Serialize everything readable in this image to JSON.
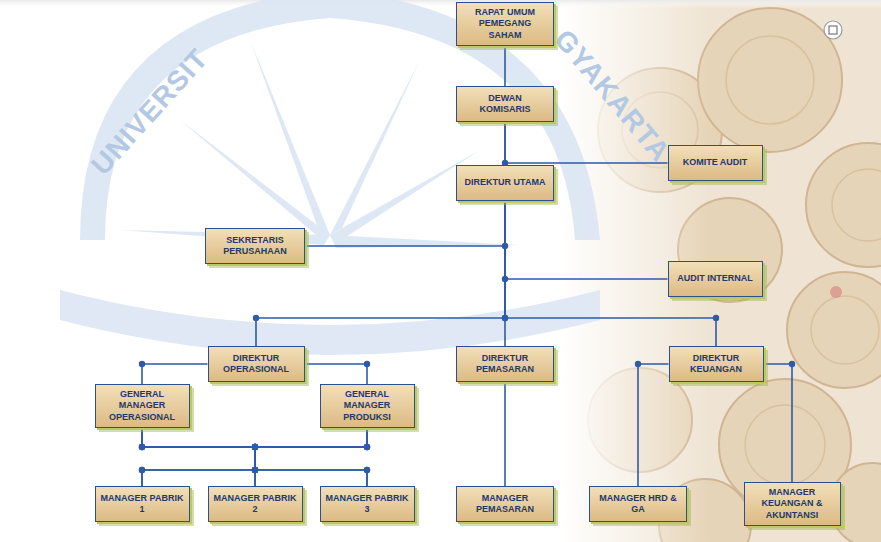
{
  "diagram": {
    "nodes": [
      {
        "text": [
          "RAPAT UMUM PEMEGANG SAHAM"
        ]
      },
      {
        "text": [
          "DEWAN KOMISARIS"
        ]
      },
      {
        "text": [
          "KOMITE AUDIT"
        ]
      },
      {
        "text": [
          "DIREKTUR UTAMA"
        ]
      },
      {
        "text": [
          "SEKRETARIS PERUSAHAAN"
        ]
      },
      {
        "text": [
          "AUDIT INTERNAL"
        ]
      },
      {
        "text": [
          "DIREKTUR OPERASIONAL"
        ]
      },
      {
        "text": [
          "DIREKTUR PEMASARAN"
        ]
      },
      {
        "text": [
          "DIREKTUR KEUANGAN"
        ]
      },
      {
        "text": [
          "GENERAL MANAGER OPERASIONAL"
        ]
      },
      {
        "text": [
          "GENERAL MANAGER PRODUKSI"
        ]
      },
      {
        "text": [
          "MANAGER PABRIK 1"
        ]
      },
      {
        "text": [
          "MANAGER PABRIK 2"
        ]
      },
      {
        "text": [
          "MANAGER PABRIK 3"
        ]
      },
      {
        "text": [
          "MANAGER PEMASARAN"
        ]
      },
      {
        "text": [
          "MANAGER HRD & GA"
        ]
      },
      {
        "text": [
          "MANAGER KEUANGAN & AKUNTANSI"
        ]
      }
    ],
    "edges": [
      {
        "from": 0,
        "to": 1,
        "arrow": "none"
      },
      {
        "from": 1,
        "to": 3,
        "arrow": "none"
      },
      {
        "from": 1,
        "to": 2,
        "arrow": "none"
      },
      {
        "from": 3,
        "to": 4,
        "arrow": "none"
      },
      {
        "from": 3,
        "to": 5,
        "arrow": "none"
      },
      {
        "from": 3,
        "to": 6,
        "arrow": "none"
      },
      {
        "from": 3,
        "to": 7,
        "arrow": "none"
      },
      {
        "from": 3,
        "to": 8,
        "arrow": "none"
      },
      {
        "from": 6,
        "to": 9,
        "arrow": "none"
      },
      {
        "from": 6,
        "to": 10,
        "arrow": "none"
      },
      {
        "from": 9,
        "to": 11,
        "arrow": "none"
      },
      {
        "from": 9,
        "to": 12,
        "arrow": "none"
      },
      {
        "from": 9,
        "to": 13,
        "arrow": "none"
      },
      {
        "from": 10,
        "to": 11,
        "arrow": "none"
      },
      {
        "from": 10,
        "to": 12,
        "arrow": "none"
      },
      {
        "from": 10,
        "to": 13,
        "arrow": "none"
      },
      {
        "from": 7,
        "to": 14,
        "arrow": "none"
      },
      {
        "from": 8,
        "to": 15,
        "arrow": "none"
      },
      {
        "from": 8,
        "to": 16,
        "arrow": "none"
      }
    ],
    "labels": [
      "UNIVERSIT",
      "GYAKARTA"
    ]
  }
}
